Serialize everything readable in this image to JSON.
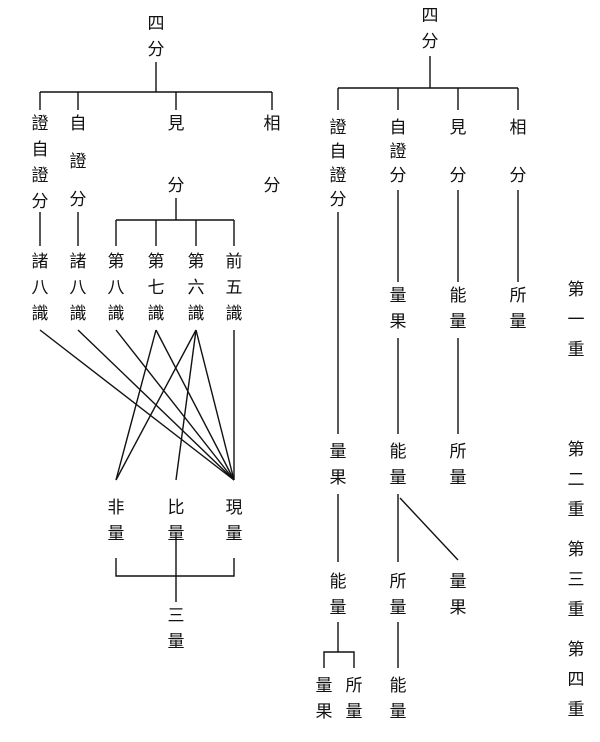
{
  "labels": {
    "left_root": "四分",
    "left_zheng": "證自證分",
    "left_zi": "自證分",
    "left_jian": "見分",
    "left_xiang": "相分",
    "left_zhu_a": "諸八識",
    "left_zhu_b": "諸八識",
    "left_di8": "第八識",
    "left_di7": "第七識",
    "left_di6": "第六識",
    "left_qian5": "前五識",
    "left_fei": "非量",
    "left_bi": "比量",
    "left_xian": "現量",
    "left_san": "三量",
    "right_root": "四分",
    "right_zheng": "證自證分",
    "right_zi": "自證分",
    "right_jian": "見分",
    "right_xiang": "相分",
    "r1_zi_liangguo": "量果",
    "r1_jian_nengliang": "能量",
    "r1_xiang_suoliang": "所量",
    "r2_zheng_liangguo": "量果",
    "r2_zi_nengliang": "能量",
    "r2_jian_suoliang": "所量",
    "r3_zheng_nengliang": "能量",
    "r3_zi_suoliang": "所量",
    "r3_liangguo": "量果",
    "r4_liangguo": "量果",
    "r4_suoliang": "所量",
    "r4_zi_nengliang": "能量",
    "row1": "第一重",
    "row2": "第二重",
    "row3": "第三重",
    "row4": "第四重"
  }
}
